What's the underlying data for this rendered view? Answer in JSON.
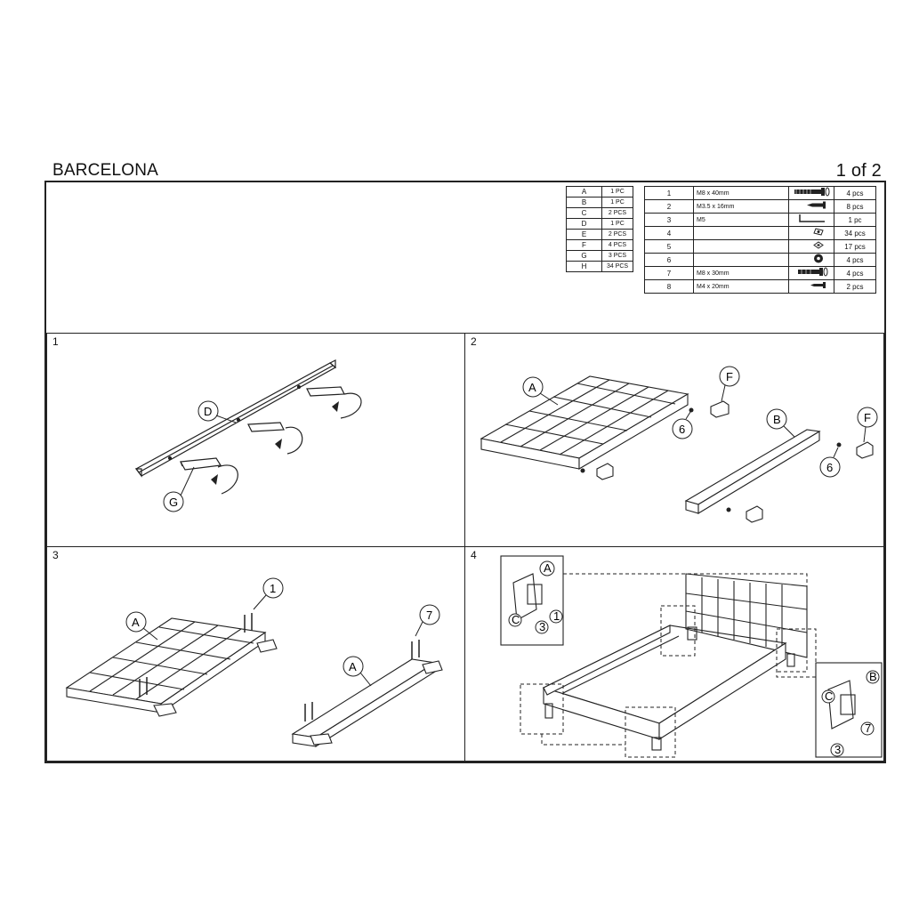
{
  "header": {
    "title": "BARCELONA",
    "page": "1 of 2"
  },
  "parts": [
    {
      "id": "A",
      "qty": "1 PC"
    },
    {
      "id": "B",
      "qty": "1 PC"
    },
    {
      "id": "C",
      "qty": "2 PCS"
    },
    {
      "id": "D",
      "qty": "1 PC"
    },
    {
      "id": "E",
      "qty": "2 PCS"
    },
    {
      "id": "F",
      "qty": "4 PCS"
    },
    {
      "id": "G",
      "qty": "3 PCS"
    },
    {
      "id": "H",
      "qty": "34 PCS"
    }
  ],
  "hardware": [
    {
      "num": "1",
      "size": "M8 x 40mm",
      "icon": "long-bolt-icon",
      "qty": "4 pcs"
    },
    {
      "num": "2",
      "size": "M3.5 x 16mm",
      "icon": "screw-icon",
      "qty": "8 pcs"
    },
    {
      "num": "3",
      "size": "M5",
      "icon": "allen-key-icon",
      "qty": "1 pc"
    },
    {
      "num": "4",
      "size": "",
      "icon": "button-cap-icon",
      "qty": "34 pcs"
    },
    {
      "num": "5",
      "size": "",
      "icon": "button-base-icon",
      "qty": "17 pcs"
    },
    {
      "num": "6",
      "size": "",
      "icon": "washer-icon",
      "qty": "4 pcs"
    },
    {
      "num": "7",
      "size": "M8 x 30mm",
      "icon": "bolt-icon",
      "qty": "4 pcs"
    },
    {
      "num": "8",
      "size": "M4 x 20mm",
      "icon": "small-screw-icon",
      "qty": "2 pcs"
    }
  ],
  "steps": [
    {
      "num": "1",
      "callouts": [
        "D",
        "G"
      ]
    },
    {
      "num": "2",
      "callouts": [
        "A",
        "F",
        "6",
        "B",
        "F",
        "6"
      ]
    },
    {
      "num": "3",
      "callouts": [
        "A",
        "1",
        "A",
        "7"
      ]
    },
    {
      "num": "4",
      "callouts": [
        "A",
        "C",
        "3",
        "1",
        "B",
        "C",
        "7",
        "3"
      ]
    }
  ]
}
